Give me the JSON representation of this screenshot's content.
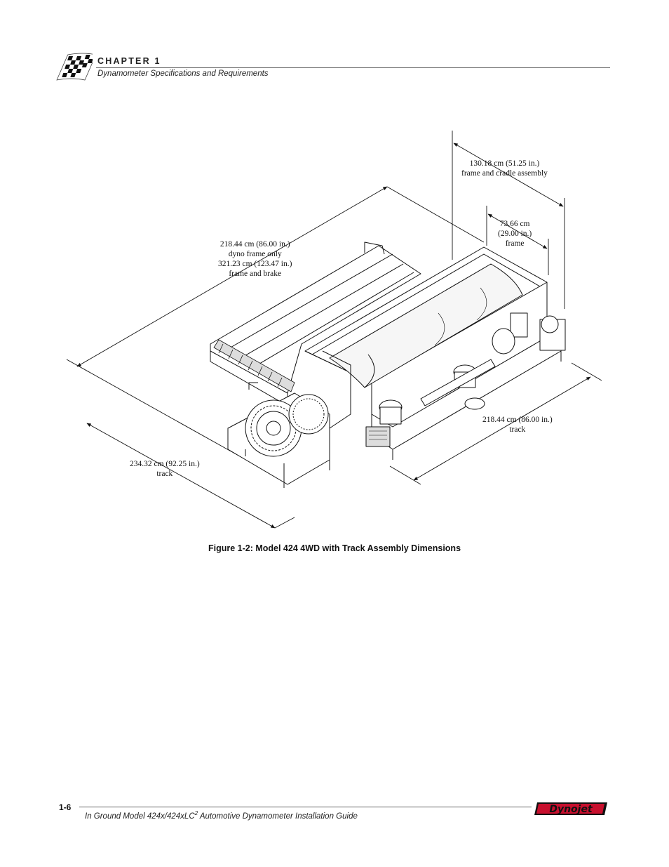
{
  "header": {
    "chapter_label": "CHAPTER 1",
    "chapter_subtitle": "Dynamometer Specifications and Requirements"
  },
  "figure": {
    "labels": {
      "frame_cradle": [
        "130.18 cm (51.25 in.)",
        "frame and cradle assembly"
      ],
      "frame_depth": [
        "73.66 cm",
        "(29.00 in.)",
        "frame"
      ],
      "dyno_length": [
        "218.44 cm (86.00 in.)",
        "dyno frame only",
        "321.23 cm (123.47 in.)",
        "frame and brake"
      ],
      "track_right": [
        "218.44 cm (86.00 in.)",
        "track"
      ],
      "track_left": [
        "234.32 cm (92.25 in.)",
        "track"
      ]
    },
    "caption": "Figure 1-2: Model 424 4WD with Track Assembly Dimensions"
  },
  "footer": {
    "page_number": "1-6",
    "title_prefix": "In Ground Model 424x/424xLC",
    "title_sup": "2",
    "title_suffix": " Automotive Dynamometer Installation Guide",
    "logo_text": "Dynojet"
  }
}
